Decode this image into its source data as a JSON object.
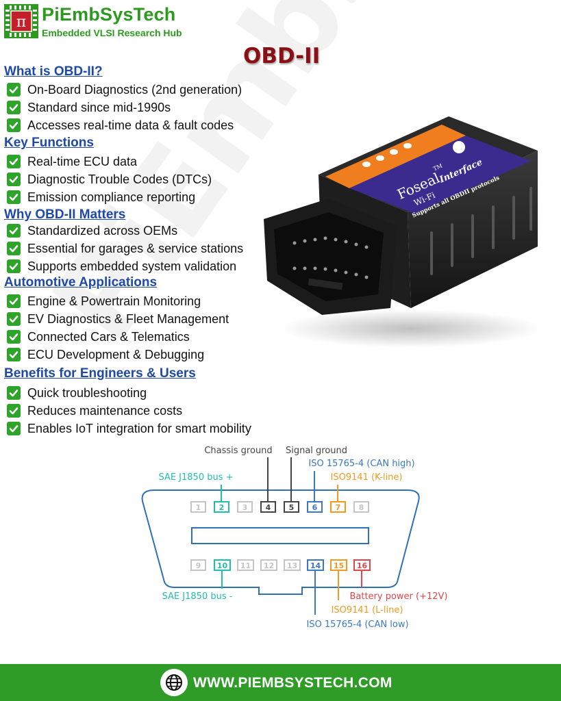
{
  "header": {
    "brand": "PiEmbSysTech",
    "tagline": "Embedded VLSI Research Hub",
    "logo_symbol": "π"
  },
  "title": "OBD-II",
  "watermark": "PiEmbSysTech",
  "sections": [
    {
      "heading": "What is OBD-II?",
      "items": [
        "On-Board Diagnostics (2nd generation)",
        "Standard since mid-1990s",
        "Accesses real-time data & fault codes"
      ]
    },
    {
      "heading": " Key Functions",
      "items": [
        "Real-time ECU data",
        "Diagnostic Trouble Codes (DTCs)",
        "Emission compliance reporting"
      ]
    },
    {
      "heading": "Why OBD-II Matters",
      "items": [
        "Standardized across OEMs",
        "Essential for garages & service stations",
        "Supports embedded system validation"
      ]
    },
    {
      "heading": "Automotive Applications",
      "items": [
        "Engine & Powertrain Monitoring",
        "EV Diagnostics & Fleet Management",
        "Connected Cars & Telematics",
        "ECU Development & Debugging"
      ]
    },
    {
      "heading": "Benefits for Engineers & Users",
      "items": [
        "Quick troubleshooting",
        "Reduces maintenance costs",
        "Enables IoT integration for smart mobility"
      ]
    }
  ],
  "device": {
    "brand": "Foseal",
    "tm": "TM",
    "line1": "Interface",
    "line2": "Wi-Fi",
    "line3": "Supports all OBDII protocols"
  },
  "pinout": {
    "top_pins": [
      "1",
      "2",
      "3",
      "4",
      "5",
      "6",
      "7",
      "8"
    ],
    "bottom_pins": [
      "9",
      "10",
      "11",
      "12",
      "13",
      "14",
      "15",
      "16"
    ],
    "labels": {
      "chassis_ground": "Chassis ground",
      "signal_ground": "Signal ground",
      "can_high": "ISO 15765-4 (CAN high)",
      "k_line": "ISO9141 (K-line)",
      "j1850_plus": "SAE J1850 bus +",
      "j1850_minus": "SAE J1850 bus -",
      "battery": "Battery power (+12V)",
      "l_line": "ISO9141 (L-line)",
      "can_low": "ISO 15765-4 (CAN low)"
    }
  },
  "colors": {
    "brand_green": "#2c9a1e",
    "heading_blue": "#1f49a6",
    "title_red": "#8a1016",
    "teal": "#1fbfae",
    "dark": "#444444",
    "blue": "#3a78c4",
    "orange": "#f39a1e",
    "red": "#e0454a",
    "inactive": "#c4c4c4"
  },
  "footer": {
    "url": "WWW.PIEMBSYSTECH.COM"
  }
}
